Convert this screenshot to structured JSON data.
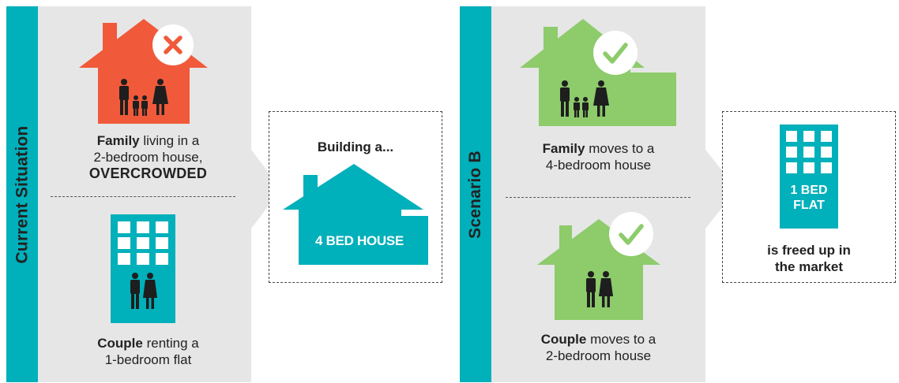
{
  "colors": {
    "teal": "#00b0ba",
    "panel_grey": "#e6e6e6",
    "red": "#f05a3a",
    "green": "#8dcb6b",
    "text": "#222222"
  },
  "current": {
    "side_label": "Current Situation",
    "family": {
      "status_icon": "cross-icon",
      "line1_bold": "Family",
      "line1_rest": " living in a",
      "line2": "2-bedroom house,",
      "line3": "OVERCROWDED"
    },
    "couple": {
      "line1_bold": "Couple",
      "line1_rest": " renting a",
      "line2": "1-bedroom flat"
    }
  },
  "building": {
    "title": "Building a...",
    "house_label": "4 BED HOUSE"
  },
  "scenario": {
    "side_label": "Scenario B",
    "family": {
      "status_icon": "check-icon",
      "line1_bold": "Family",
      "line1_rest": " moves to a",
      "line2": "4-bedroom house"
    },
    "couple": {
      "status_icon": "check-icon",
      "line1_bold": "Couple",
      "line1_rest": " moves to a",
      "line2": "2-bedroom house"
    }
  },
  "freed": {
    "flat_line1": "1 BED",
    "flat_line2": "FLAT",
    "line1": "is freed up in",
    "line2": "the market"
  }
}
